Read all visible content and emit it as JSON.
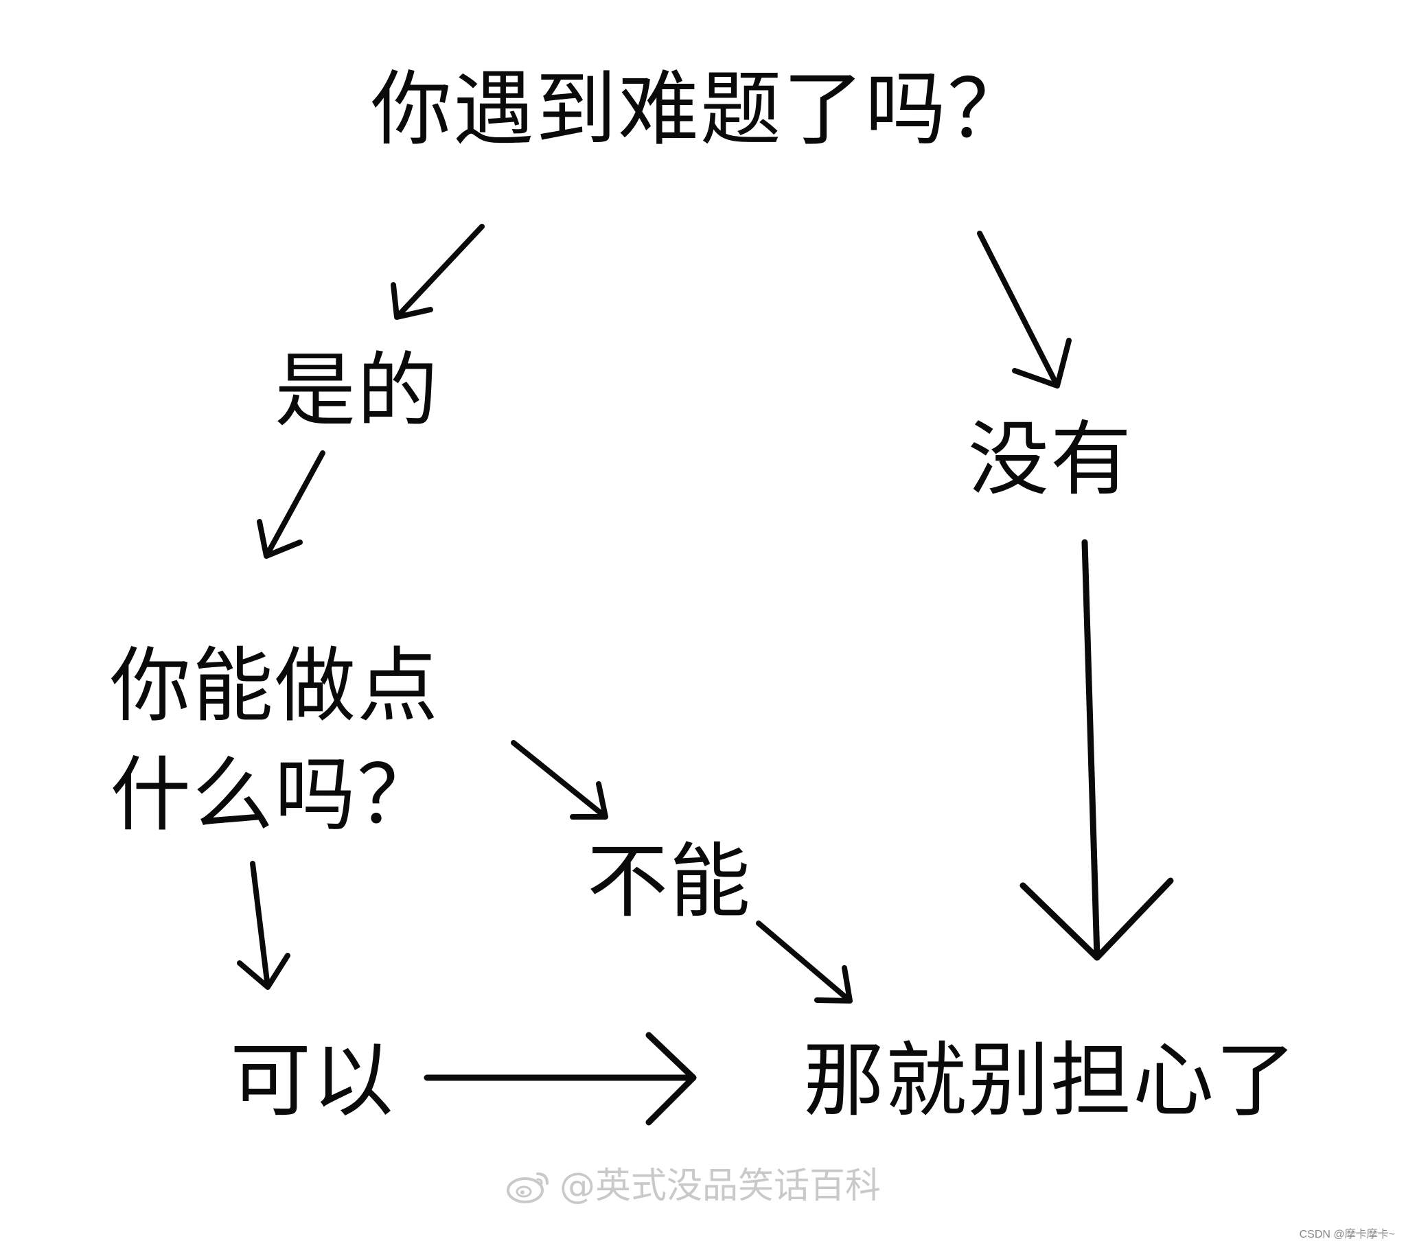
{
  "diagram": {
    "nodes": {
      "question": "你遇到难题了吗？",
      "yes": "是的",
      "no": "没有",
      "can_do_line1": "你能做点",
      "can_do_line2": "什么吗？",
      "cannot": "不能",
      "can": "可以",
      "dont_worry": "那就别担心了"
    },
    "edges": [
      {
        "from": "question",
        "to": "yes"
      },
      {
        "from": "question",
        "to": "no"
      },
      {
        "from": "yes",
        "to": "can_do"
      },
      {
        "from": "can_do",
        "to": "cannot"
      },
      {
        "from": "can_do",
        "to": "can"
      },
      {
        "from": "cannot",
        "to": "dont_worry"
      },
      {
        "from": "can",
        "to": "dont_worry"
      },
      {
        "from": "no",
        "to": "dont_worry"
      }
    ]
  },
  "watermark": {
    "icon": "weibo-icon",
    "text": "@英式没品笑话百科"
  },
  "credit": {
    "text": "CSDN @摩卡摩卡~"
  },
  "colors": {
    "background": "#ffffff",
    "ink": "#0a0a0a",
    "watermark": "#c9c9c9"
  }
}
